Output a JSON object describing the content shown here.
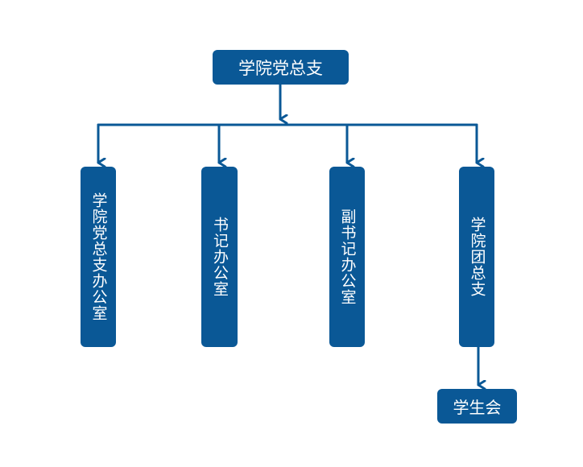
{
  "diagram": {
    "root": {
      "label": "学院党总支"
    },
    "children": [
      {
        "label": "学院党总支办公室"
      },
      {
        "label": "书记办公室"
      },
      {
        "label": "副书记办公室"
      },
      {
        "label": "学院团总支"
      }
    ],
    "grandchild": {
      "label": "学生会"
    },
    "colors": {
      "node_fill": "#0a5896",
      "connector": "#0a5896",
      "text": "#ffffff"
    }
  }
}
